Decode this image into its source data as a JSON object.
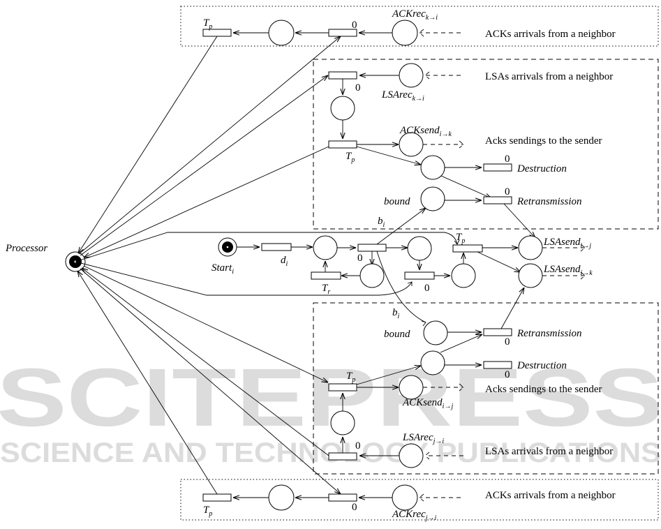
{
  "watermark": {
    "big": "SCITEPRESS",
    "small": "SCIENCE AND TECHNOLOGY PUBLICATIONS"
  },
  "descriptions": {
    "ack_top": "ACKs arrivals from a neighbor",
    "lsa_top": "LSAs arrivals from a neighbor",
    "acks_send_top": "Acks sendings to the sender",
    "acks_send_bottom": "Acks sendings to the sender",
    "lsa_bottom": "LSAs arrivals from a neighbor",
    "ack_bottom": "ACKs arrivals from a neighbor"
  },
  "places": {
    "processor": "Processor",
    "start": {
      "base": "Start",
      "sub": "i"
    },
    "bound_top": "bound",
    "bound_bottom": "bound",
    "ackrec_top": {
      "base": "ACKrec",
      "sub": "k→i"
    },
    "lsarec_top": {
      "base": "LSArec",
      "sub": "k→i"
    },
    "acksend_top": {
      "base": "ACKsend",
      "sub": "i→k"
    },
    "lsasend_j": {
      "base": "LSAsend",
      "sub": "i→j"
    },
    "lsasend_k": {
      "base": "LSAsend",
      "sub": "i→k"
    },
    "acksend_bottom": {
      "base": "ACKsend",
      "sub": "i→j"
    },
    "lsarec_bottom": {
      "base": "LSArec",
      "sub": "j→i"
    },
    "ackrec_bottom": {
      "base": "ACKrec",
      "sub": "j→i"
    }
  },
  "transitions": {
    "destruction_top": "Destruction",
    "retransmission_top": "Retransmission",
    "retransmission_bottom": "Retransmission",
    "destruction_bottom": "Destruction"
  },
  "delays": {
    "tp": {
      "base": "T",
      "sub": "p"
    },
    "tr": {
      "base": "T",
      "sub": "r"
    },
    "di": {
      "base": "d",
      "sub": "i"
    },
    "bi": {
      "base": "b",
      "sub": "i"
    },
    "zero": "0"
  }
}
